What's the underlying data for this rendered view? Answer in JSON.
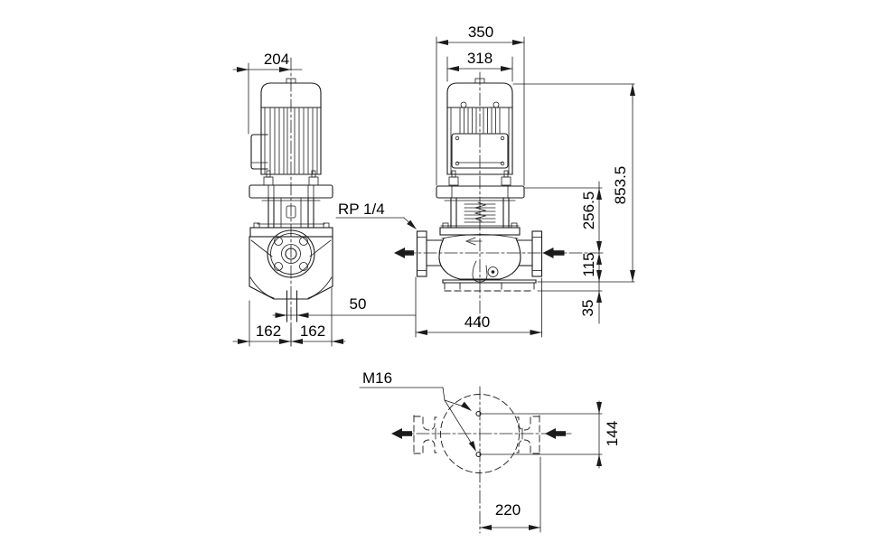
{
  "page": {
    "background": "#ffffff",
    "ink": "#1b1b1b"
  },
  "views": {
    "side": {
      "dims": {
        "width_to_center": "204",
        "base_left": "162",
        "base_right": "162",
        "bore": "50"
      }
    },
    "front": {
      "plug_label": "RP 1/4",
      "dims": {
        "plate_width": "350",
        "motor_width": "318",
        "overall_height": "853.5",
        "plate_to_port": "256.5",
        "port_to_base": "115",
        "base_height": "35",
        "overall_length": "440"
      }
    },
    "top": {
      "bolt_label": "M16",
      "dims": {
        "port_face_span": "144",
        "center_to_flange": "220"
      }
    }
  }
}
